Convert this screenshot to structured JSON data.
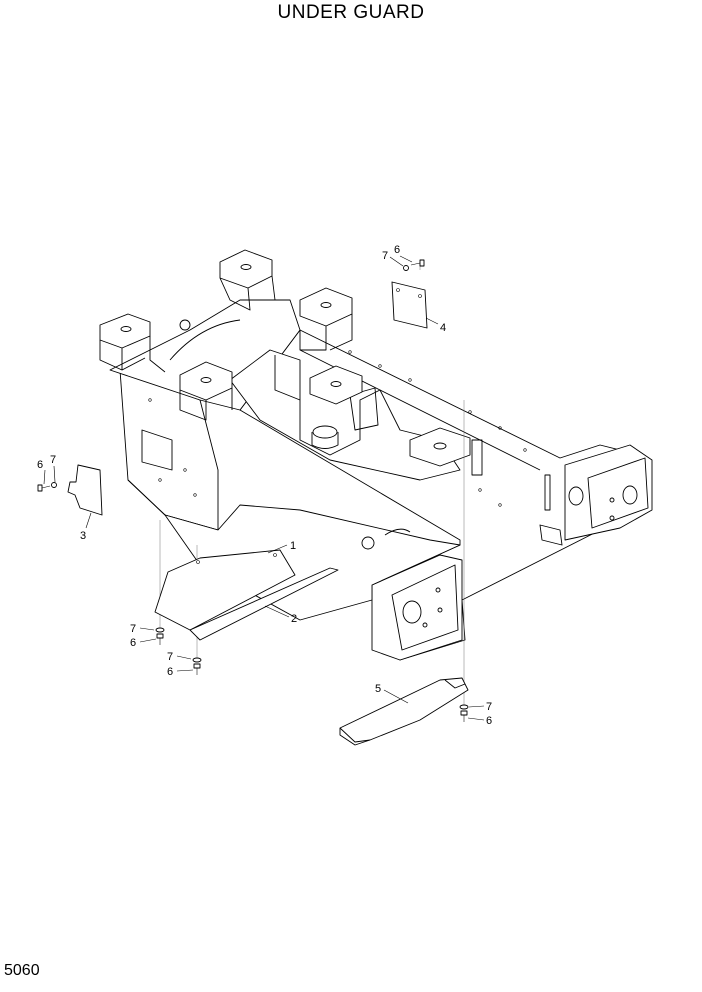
{
  "title": "UNDER GUARD",
  "page_number": "5060",
  "callouts": {
    "c1": "1",
    "c2": "2",
    "c3": "3",
    "c4": "4",
    "c5": "5",
    "c6a": "6",
    "c7a": "7",
    "c6b": "6",
    "c7b": "7",
    "c6c": "6",
    "c7c": "7",
    "c6d": "6",
    "c7d": "7",
    "c6e": "6",
    "c7e": "7"
  }
}
